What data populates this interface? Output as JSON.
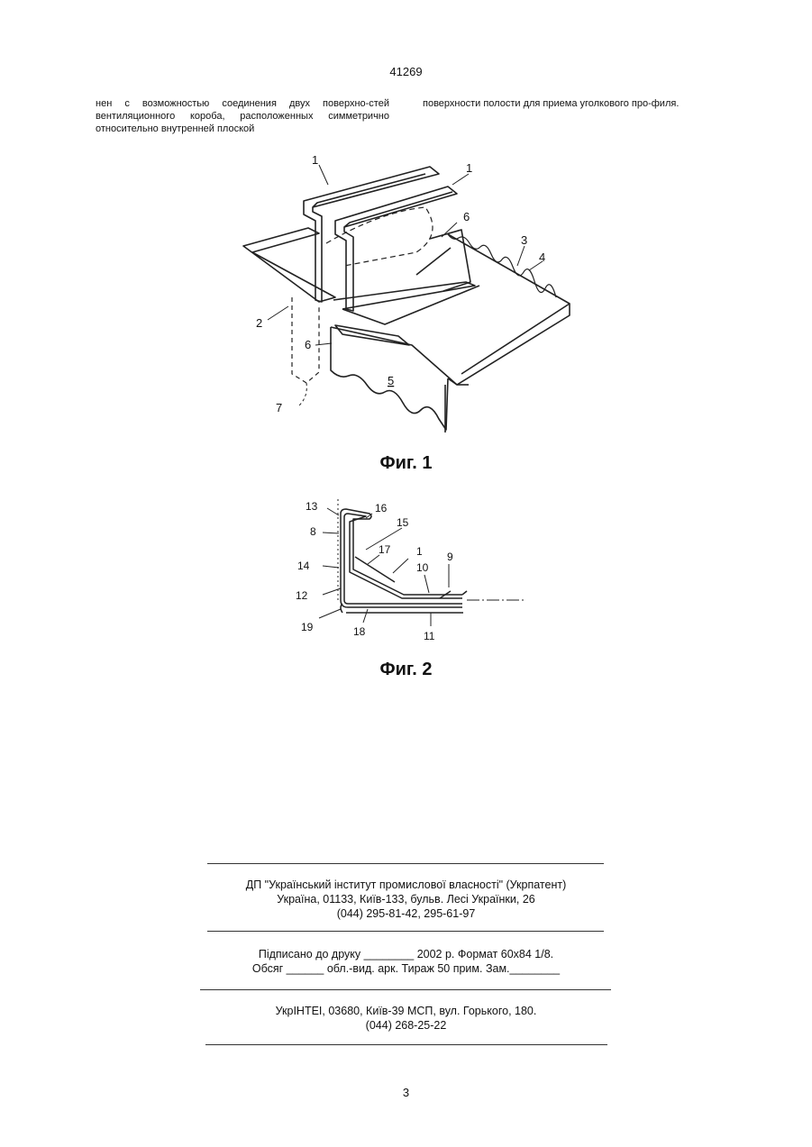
{
  "header": {
    "page_number": "41269"
  },
  "text": {
    "left_column": "нен с возможностью соединения двух поверхно-стей вентиляционного короба, расположенных симметрично относительно внутренней плоской",
    "right_column": "поверхности полости для приема уголкового про-филя."
  },
  "figures": {
    "fig1": {
      "caption": "Фиг. 1",
      "labels": {
        "l1a": "1",
        "l1b": "1",
        "l6a": "6",
        "l3": "3",
        "l4": "4",
        "l2": "2",
        "l6b": "6",
        "l5": "5",
        "l7": "7"
      }
    },
    "fig2": {
      "caption": "Фиг. 2",
      "labels": {
        "l13": "13",
        "l16": "16",
        "l15": "15",
        "l8": "8",
        "l17": "17",
        "l1": "1",
        "l14": "14",
        "l10": "10",
        "l9": "9",
        "l12": "12",
        "l19": "19",
        "l18": "18",
        "l11": "11"
      }
    }
  },
  "footer": {
    "org": {
      "line1": "ДП \"Український інститут промислової власності\" (Укрпатент)",
      "line2": "Україна, 01133, Київ-133, бульв. Лесі Українки, 26",
      "line3": "(044) 295-81-42, 295-61-97"
    },
    "print": {
      "line1": "Підписано до друку ________ 2002 р.    Формат 60х84 1/8.",
      "line2": "Обсяг ______ обл.-вид. арк.   Тираж 50 прим.    Зам.________"
    },
    "publisher": {
      "line1": "УкрІНТЕІ, 03680, Київ-39 МСП, вул. Горького, 180.",
      "line2": "(044) 268-25-22"
    }
  },
  "page_footer": {
    "page_number": "3"
  }
}
